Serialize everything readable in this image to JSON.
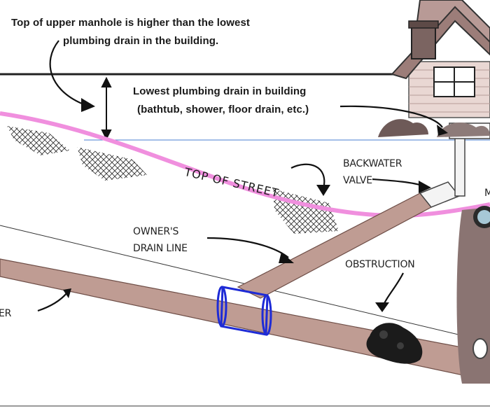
{
  "labels": {
    "top_manhole_line1": "Top of upper manhole is higher than the lowest",
    "top_manhole_line2": "plumbing drain in the building.",
    "lowest_drain_line1": "Lowest plumbing drain in building",
    "lowest_drain_line2": "(bathtub, shower, floor drain, etc.)",
    "top_of_street": "TOP OF STREET",
    "backwater_line1": "BACKWATER",
    "backwater_line2": "VALVE",
    "owner_line1": "OWNER'S",
    "owner_line2": "DRAIN LINE",
    "obstruction": "OBSTRUCTION",
    "sewer_fragment": "ER",
    "manhole_fragment": "M"
  },
  "colors": {
    "pipe": "#bf9c93",
    "pipe_edge": "#8a6a62",
    "street": "#f08fde",
    "coupling": "#1e2bd6",
    "manhole": "#8a7472",
    "house_roof": "#9c7d79",
    "house_siding": "#e9d7d3"
  }
}
